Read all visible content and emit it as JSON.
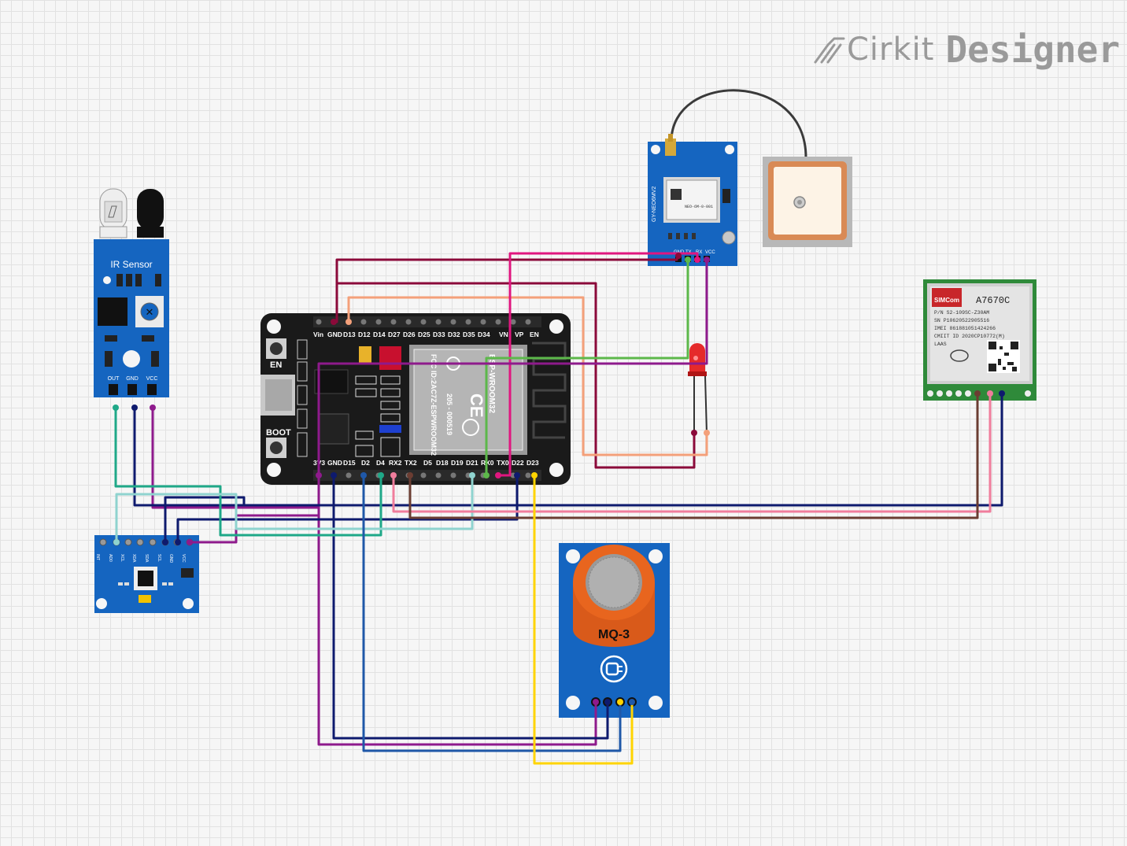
{
  "app": {
    "brand": "Cirkit",
    "product": "Designer"
  },
  "components": {
    "ir_sensor": {
      "title": "IR Sensor",
      "pins": [
        "OUT",
        "GND",
        "VCC"
      ]
    },
    "esp32": {
      "en_label": "EN",
      "boot_label": "BOOT",
      "top_pins": [
        "Vin",
        "GND",
        "D13",
        "D12",
        "D14",
        "D27",
        "D26",
        "D25",
        "D33",
        "D32",
        "D35",
        "D34",
        "VN",
        "VP",
        "EN"
      ],
      "bottom_pins": [
        "3V3",
        "GND",
        "D15",
        "D2",
        "D4",
        "RX2",
        "TX2",
        "D5",
        "D18",
        "D19",
        "D21",
        "RX0",
        "TX0",
        "D22",
        "D23"
      ],
      "module_name": "ESP-WROOM32",
      "module_fcc": "FCC ID:2AC7Z-ESPWROOM32",
      "module_code": "205 - 000519"
    },
    "gps": {
      "side_label": "GY-NEO6MV2",
      "chip_text": "NEO-6M-0-001",
      "pins": [
        "VCC",
        "RX",
        "TX",
        "GND"
      ]
    },
    "gsm": {
      "brand": "SIMCom",
      "model": "A7670C",
      "pn": "P/N S2-109SC-Z30AM",
      "sn": "SN P10620522905516",
      "imei": "IMEI 861881051424266",
      "cmiit": "CMIIT ID 2020CP10772(M)",
      "extra": "LAAS"
    },
    "mpu": {
      "pins": [
        "INT",
        "AD0",
        "XCL",
        "XDA",
        "SDA",
        "SCL",
        "GND",
        "VCC"
      ]
    },
    "mq3": {
      "label": "MQ-3"
    }
  },
  "colors": {
    "board_blue": "#1565c0",
    "esp_board": "#1a1a1a",
    "mq_orange": "#e8651e",
    "wire_maroon": "#8b0a3a",
    "wire_salmon": "#f4a07a",
    "wire_magenta": "#e0167f",
    "wire_green": "#5cb84a",
    "wire_purple": "#8e1a8c",
    "wire_navy": "#0e1a6e",
    "wire_teal": "#1fa888",
    "wire_lightteal": "#8fd3cf",
    "wire_pink": "#f07d9c",
    "wire_brown": "#6b3d32",
    "wire_blue": "#1f58a8",
    "wire_yellow": "#ffd400",
    "wire_black": "#222222"
  }
}
